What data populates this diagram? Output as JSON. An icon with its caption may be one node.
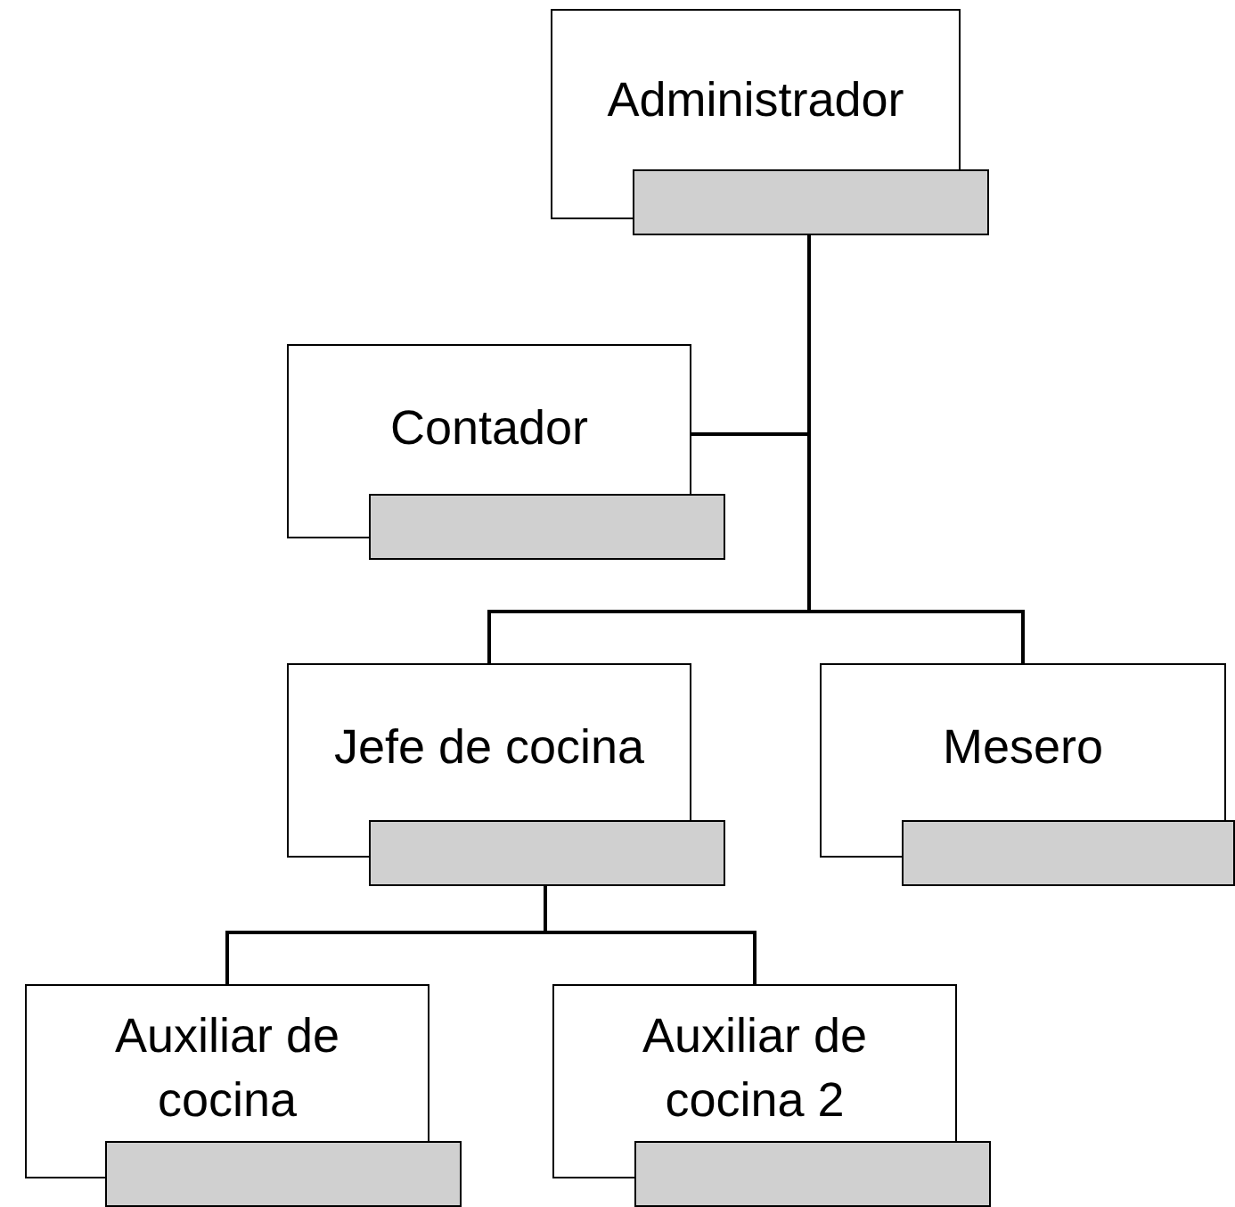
{
  "diagram": {
    "nodes": [
      {
        "text": [
          "Administrador"
        ]
      },
      {
        "text": [
          "Contador"
        ]
      },
      {
        "text": [
          "Jefe de cocina"
        ]
      },
      {
        "text": [
          "Mesero"
        ]
      },
      {
        "text": [
          "Auxiliar de cocina"
        ]
      },
      {
        "text": [
          "Auxiliar de cocina 2"
        ]
      }
    ],
    "edges": [
      {
        "from": 0,
        "to": 1,
        "arrow": "none"
      },
      {
        "from": 0,
        "to": 2,
        "arrow": "none"
      },
      {
        "from": 0,
        "to": 3,
        "arrow": "none"
      },
      {
        "from": 2,
        "to": 4,
        "arrow": "none"
      },
      {
        "from": 2,
        "to": 5,
        "arrow": "none"
      }
    ]
  }
}
